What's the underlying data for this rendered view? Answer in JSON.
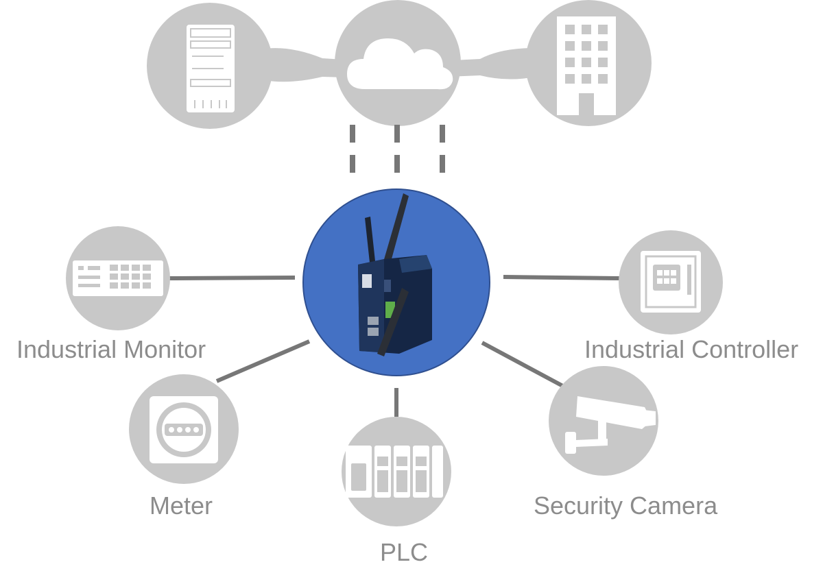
{
  "colors": {
    "node_fill": "#c8c8c8",
    "node_icon": "#ffffff",
    "connector": "#777777",
    "hub_fill": "#4471c4",
    "hub_stroke": "#2f4f8f",
    "label": "#8c8c8c"
  },
  "top_nodes": [
    {
      "id": "server",
      "icon": "server-rack-icon"
    },
    {
      "id": "cloud",
      "icon": "cloud-icon"
    },
    {
      "id": "building",
      "icon": "building-icon"
    }
  ],
  "hub": {
    "icon": "industrial-gateway-router-icon"
  },
  "devices": [
    {
      "id": "industrial-monitor",
      "label": "Industrial Monitor",
      "icon": "industrial-monitor-icon"
    },
    {
      "id": "meter",
      "label": "Meter",
      "icon": "meter-icon"
    },
    {
      "id": "plc",
      "label": "PLC",
      "icon": "plc-icon"
    },
    {
      "id": "security-camera",
      "label": "Security Camera",
      "icon": "security-camera-icon"
    },
    {
      "id": "industrial-controller",
      "label": "Industrial Controller",
      "icon": "industrial-controller-icon"
    }
  ]
}
